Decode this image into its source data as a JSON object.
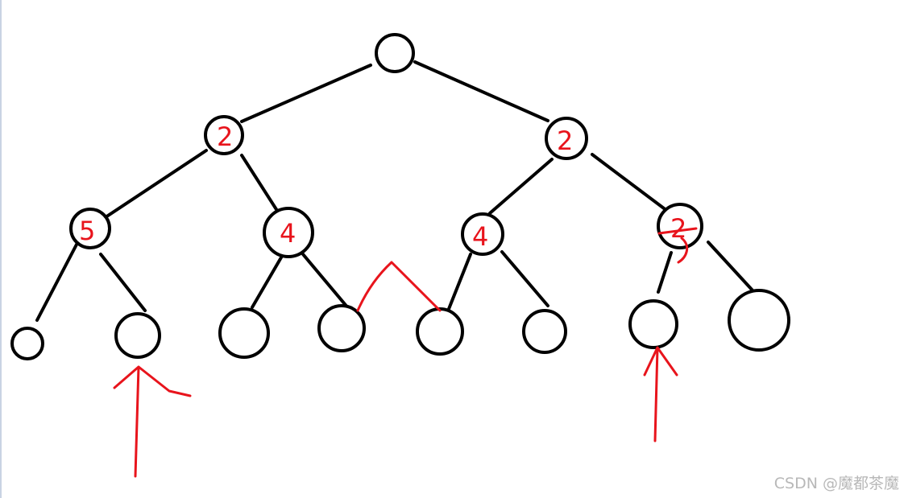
{
  "colors": {
    "ink": "#e8141c",
    "line": "#000000",
    "background": "#ffffff",
    "watermark": "#b8b8b8"
  },
  "labels": {
    "level1_left": "2",
    "level1_right": "2",
    "level2_a": "5",
    "level2_b": "4",
    "level2_c": "4",
    "level2_d": "2"
  },
  "watermark": "CSDN @魔都茶魔"
}
